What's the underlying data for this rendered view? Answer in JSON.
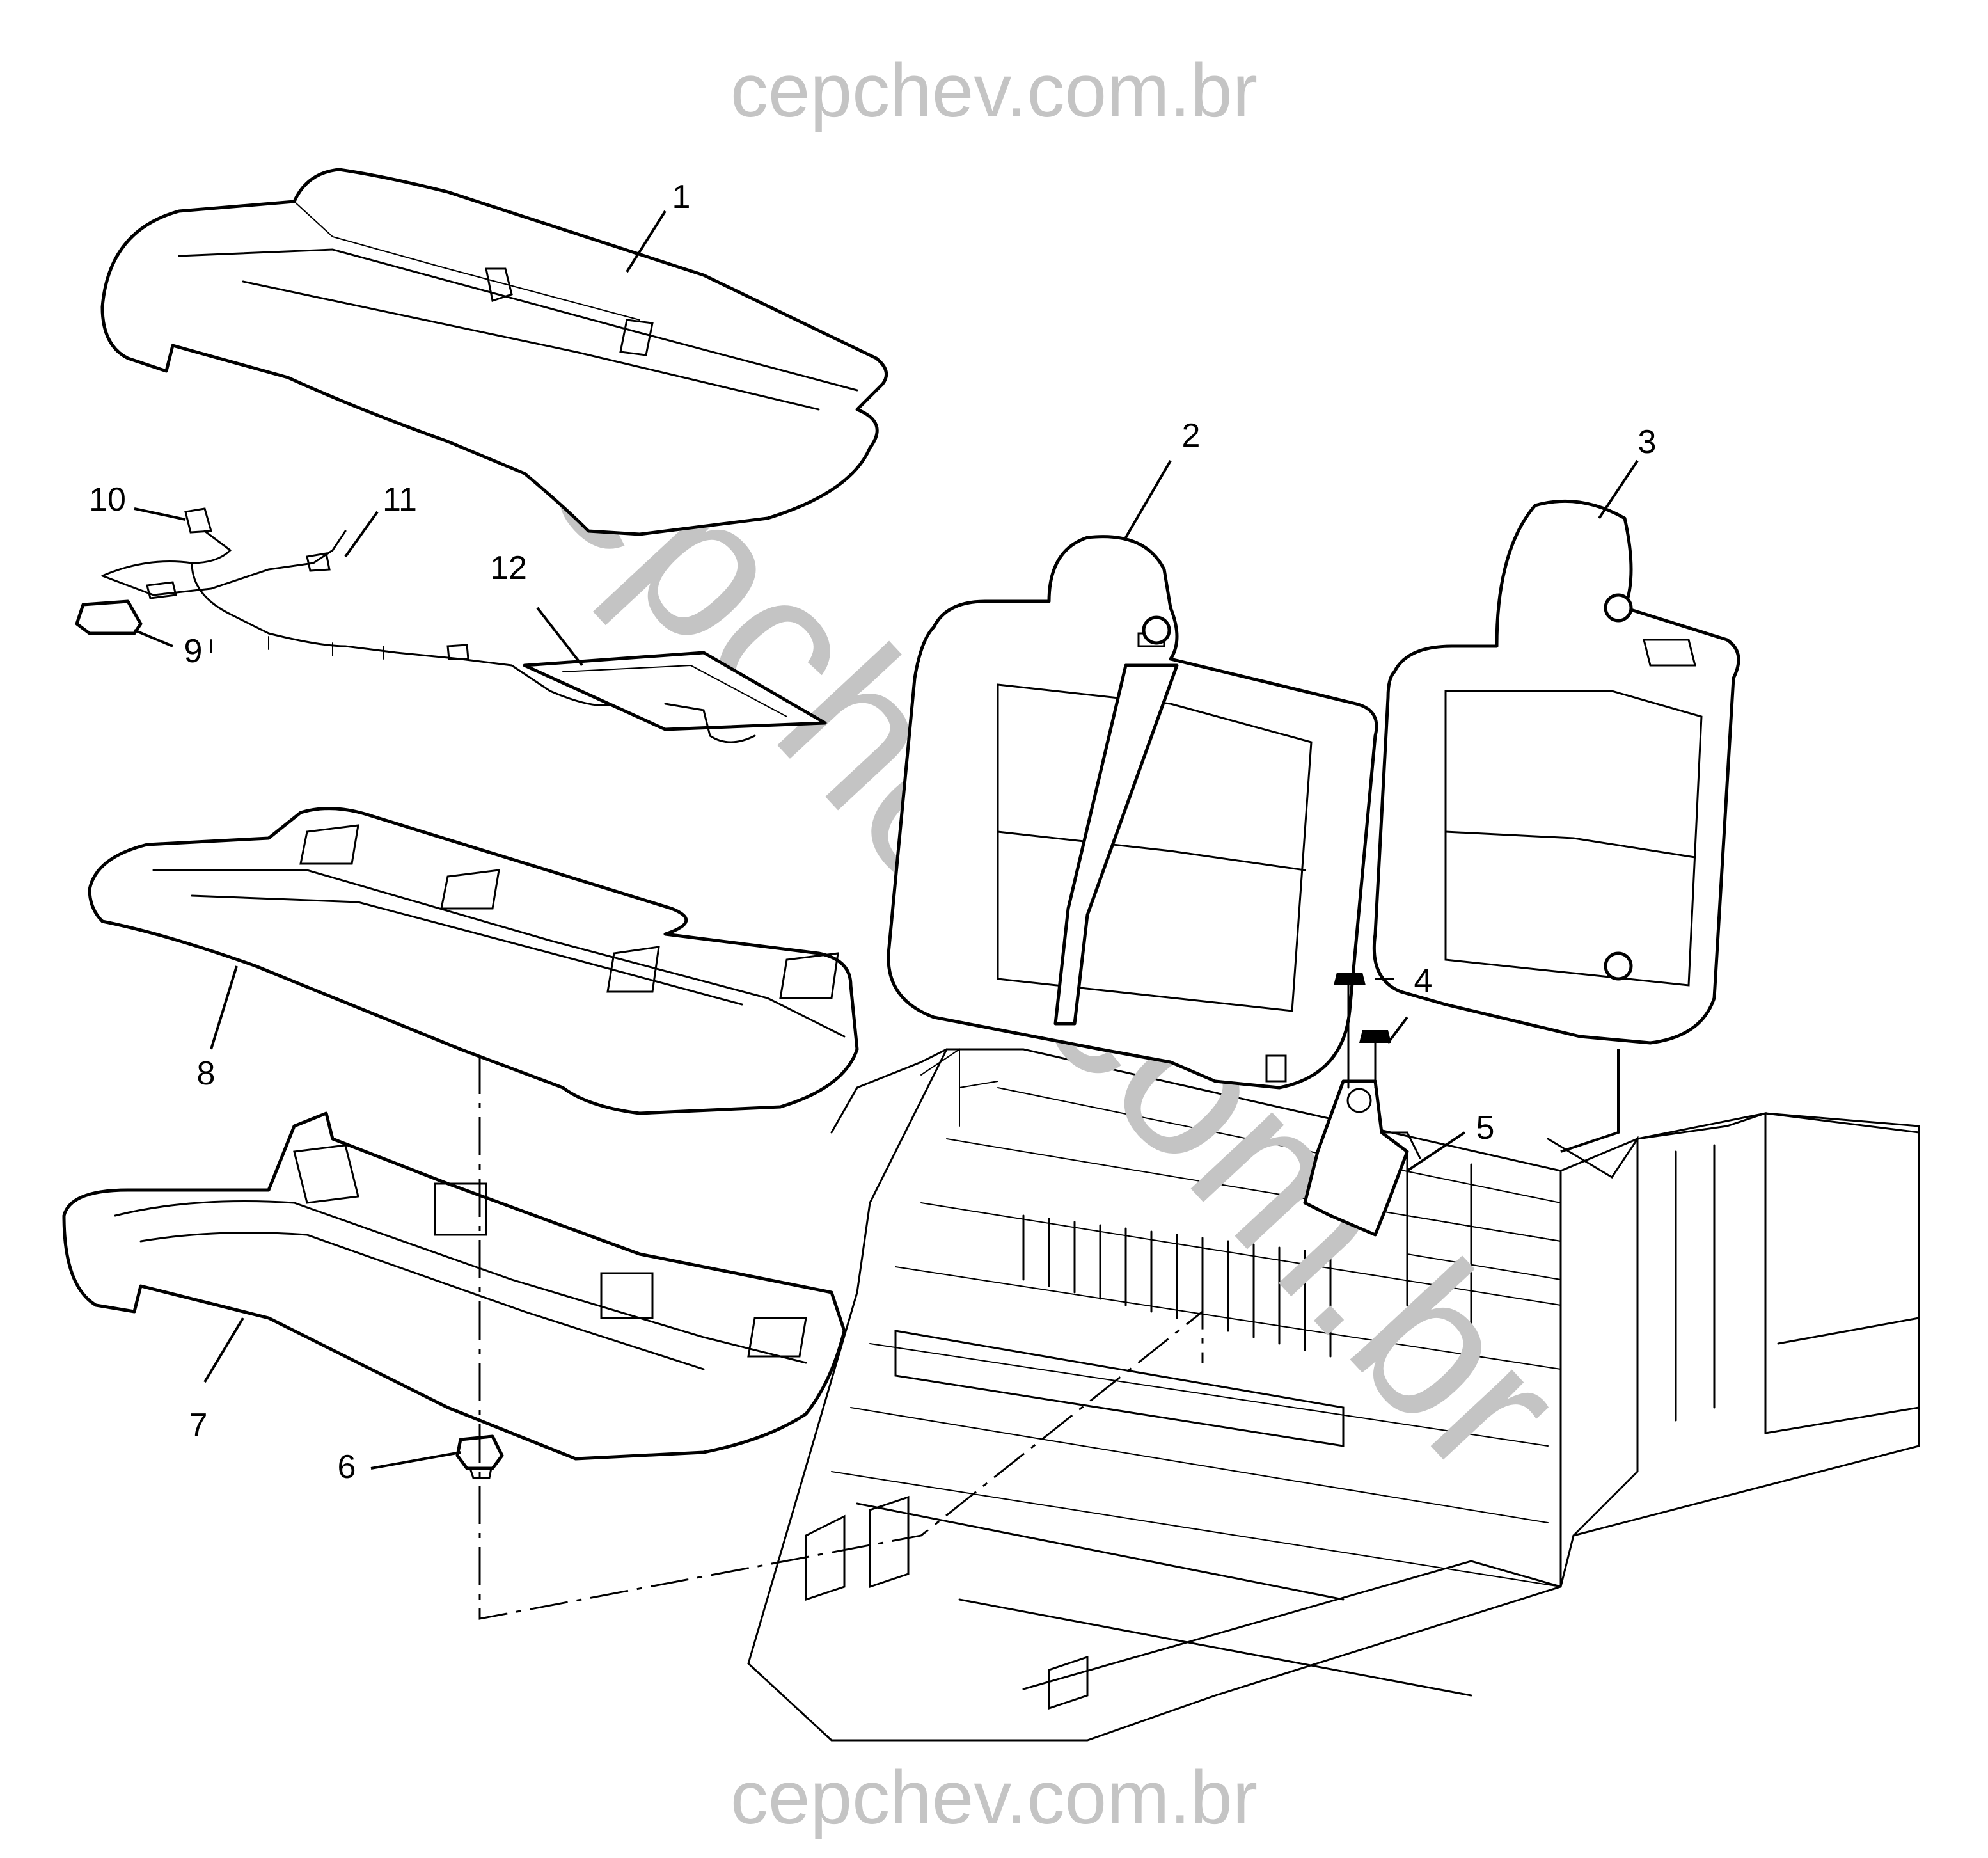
{
  "watermark": {
    "top": "cepchev.com.br",
    "diagonal": "cepchev.com.br",
    "bottom": "cepchev.com.br",
    "color": "#c4c4c4"
  },
  "callouts": {
    "c1": "1",
    "c2": "2",
    "c3": "3",
    "c4": "4",
    "c5": "5",
    "c6": "6",
    "c7": "7",
    "c8": "8",
    "c9": "9",
    "c10": "10",
    "c11": "11",
    "c12": "12"
  }
}
